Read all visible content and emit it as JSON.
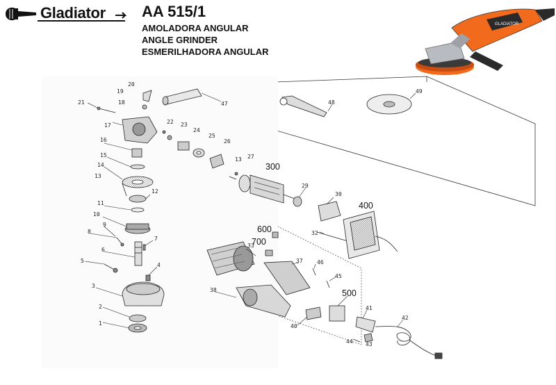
{
  "header": {
    "brand": "Gladiator",
    "model": "AA 515/1",
    "descriptions": [
      "AMOLADORA ANGULAR",
      "ANGLE GRINDER",
      "ESMERILHADORA ANGULAR"
    ]
  },
  "product_photo": {
    "accent_color": "#f26a1b",
    "body_color": "#2a2a2a",
    "metal_color": "#b8bcc0"
  },
  "part_numbers": {
    "p1": "1",
    "p2": "2",
    "p3": "3",
    "p4": "4",
    "p5": "5",
    "p6": "6",
    "p7": "7",
    "p8": "8",
    "p9": "9",
    "p10": "10",
    "p11": "11",
    "p12": "12",
    "p13a": "13",
    "p13b": "13",
    "p14": "14",
    "p15": "15",
    "p16": "16",
    "p17": "17",
    "p18": "18",
    "p19": "19",
    "p20": "20",
    "p21": "21",
    "p22": "22",
    "p23": "23",
    "p24": "24",
    "p25": "25",
    "p26": "26",
    "p27": "27",
    "p29": "29",
    "p30": "30",
    "p32": "32",
    "p33": "33",
    "p37": "37",
    "p38": "38",
    "p40": "40",
    "p41": "41",
    "p42": "42",
    "p43": "43",
    "p44": "44",
    "p45": "45",
    "p46": "46",
    "p47": "47",
    "p48": "48",
    "p49": "49",
    "p300": "300",
    "p400": "400",
    "p500": "500",
    "p600": "600",
    "p700": "700"
  }
}
